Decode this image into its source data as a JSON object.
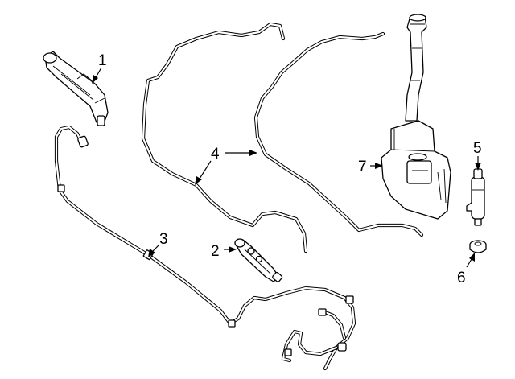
{
  "diagram": {
    "callouts": {
      "c1": "1",
      "c2": "2",
      "c3": "3",
      "c4": "4",
      "c5": "5",
      "c6": "6",
      "c7": "7"
    },
    "colors": {
      "line": "#000000",
      "background": "#ffffff"
    }
  }
}
